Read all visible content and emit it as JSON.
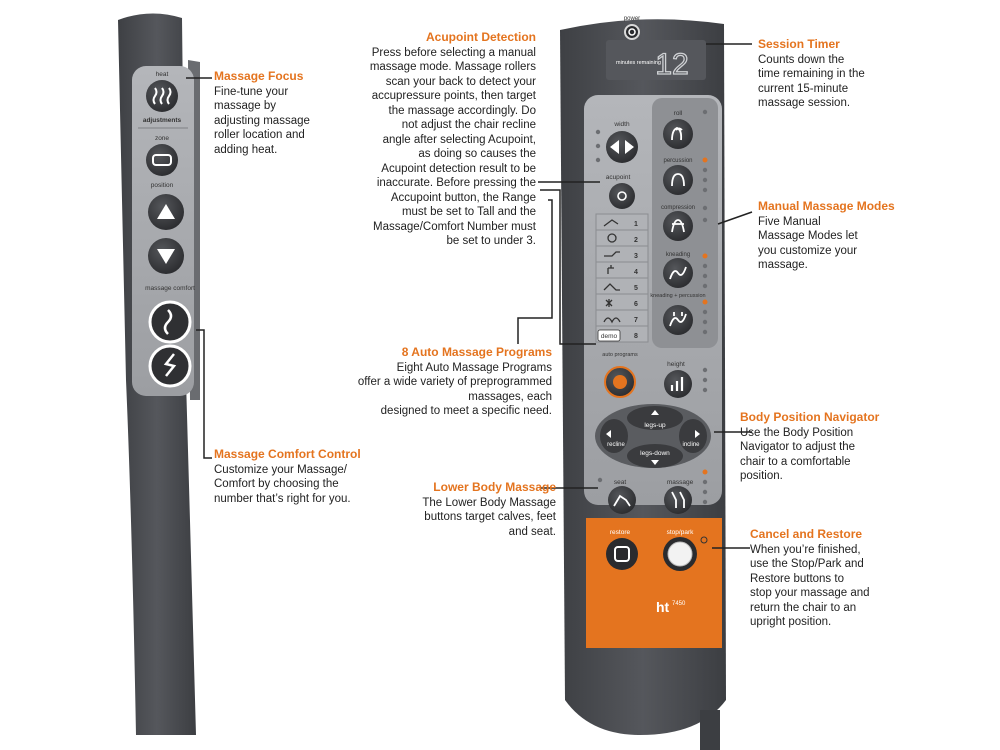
{
  "callouts": {
    "massage_focus": {
      "title": "Massage Focus",
      "lines": [
        "Fine-tune your",
        "massage by",
        "adjusting massage",
        "roller location and",
        "adding heat."
      ]
    },
    "comfort_control": {
      "title": "Massage Comfort Control",
      "lines": [
        "Customize your Massage/",
        "Comfort by choosing the",
        "number that’s right for you."
      ]
    },
    "acupoint": {
      "title": "Acupoint Detection",
      "lines": [
        "Press before selecting a manual",
        "massage mode. Massage rollers",
        "scan your back to detect your",
        "accupressure points, then target",
        "the massage accordingly. Do",
        "not adjust the chair recline",
        "angle after selecting Acupoint,",
        "as doing so causes the",
        "Acupoint detection result to be",
        "inaccurate. Before pressing the",
        "Accupoint button, the Range",
        "must be set to Tall and the",
        "Massage/Comfort Number must",
        "be set to under 3."
      ]
    },
    "auto_programs": {
      "title": "8 Auto Massage Programs",
      "lines": [
        "Eight Auto Massage Programs",
        "offer a wide variety of preprogrammed",
        "massages, each",
        "designed to meet a specific need."
      ]
    },
    "lower_body": {
      "title": "Lower Body Massage",
      "lines": [
        "The Lower Body Massage",
        "buttons target calves, feet",
        "and seat."
      ]
    },
    "session_timer": {
      "title": "Session Timer",
      "lines": [
        "Counts down the",
        "time remaining in the",
        "current 15-minute",
        "massage session."
      ]
    },
    "manual_modes": {
      "title": "Manual Massage Modes",
      "lines": [
        "Five Manual",
        "Massage Modes let",
        "you customize your",
        "massage."
      ]
    },
    "body_navigator": {
      "title": "Body Position Navigator",
      "lines": [
        "Use the Body Position",
        "Navigator to adjust the",
        "chair to a comfortable",
        "position."
      ]
    },
    "cancel_restore": {
      "title": "Cancel and Restore",
      "lines": [
        "When you’re finished,",
        "use the Stop/Park and",
        "Restore buttons to",
        "stop your massage and",
        "return the chair to an",
        "upright position."
      ]
    }
  },
  "left_remote": {
    "heat_label": "heat",
    "adjustments_label": "adjustments",
    "zone_label": "zone",
    "position_label": "position",
    "massage_comfort_label": "massage comfort"
  },
  "right_remote": {
    "power_label": "power",
    "minutes_remaining_label": "minutes remaining",
    "timer_value": "12",
    "roll_label": "roll",
    "width_label": "width",
    "percussion_label": "percussion",
    "acupoint_label": "acupoint",
    "compression_label": "compression",
    "kneading_label": "kneading",
    "kneading_percussion_label": "kneading + percussion",
    "program_numbers": [
      "1",
      "2",
      "3",
      "4",
      "5",
      "6",
      "7",
      "8"
    ],
    "demo_label": "demo",
    "auto_programs_label": "auto programs",
    "height_label": "height",
    "legs_up_label": "legs-up",
    "legs_down_label": "legs-down",
    "recline_label": "recline",
    "incline_label": "incline",
    "seat_label": "seat",
    "massage_label": "massage",
    "restore_label": "restore",
    "stop_park_label": "stop/park",
    "brand": "ht",
    "model": "7450"
  },
  "colors": {
    "accent_orange": "#e4741f",
    "remote_dark": "#4a4c50",
    "remote_panel": "#a6a8ac",
    "button_dark": "#36373a"
  }
}
